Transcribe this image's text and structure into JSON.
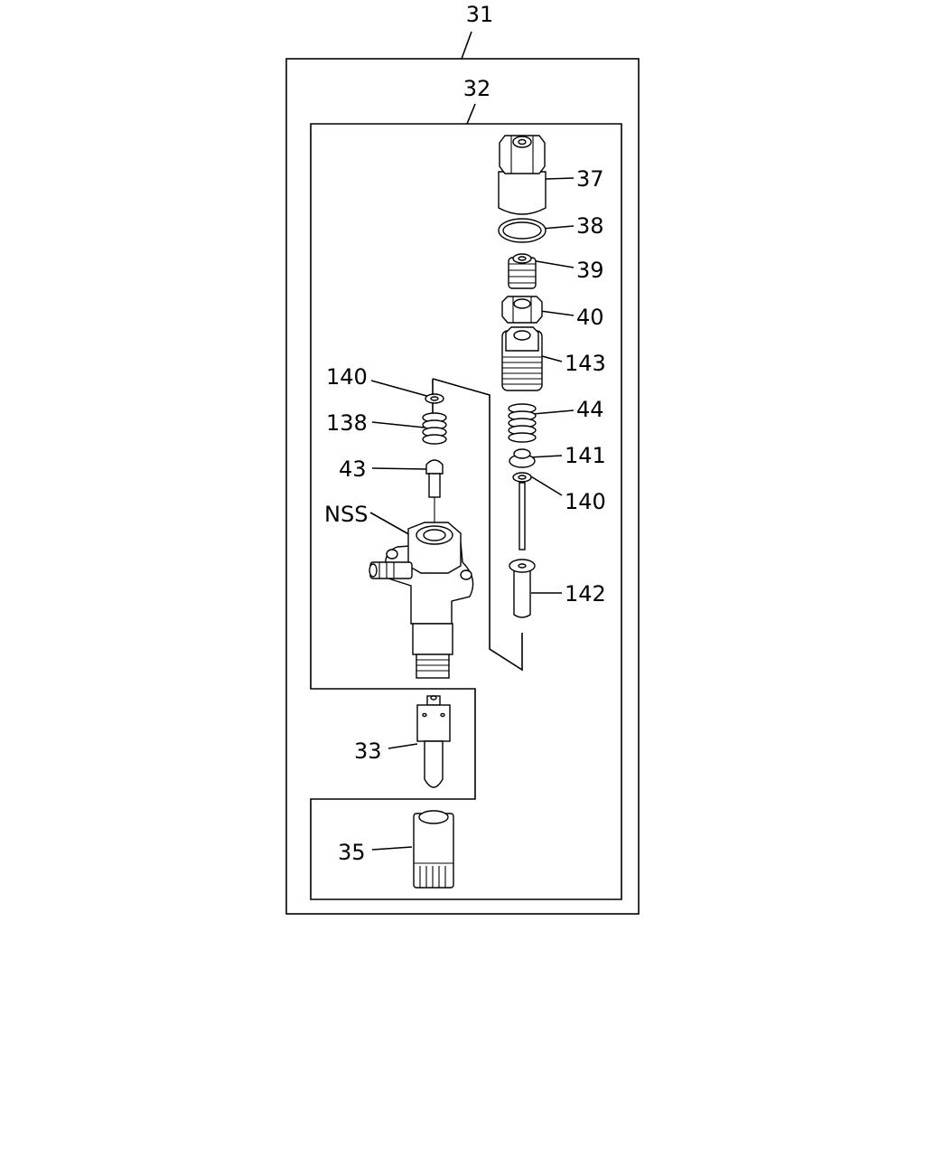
{
  "callouts": {
    "c31": "31",
    "c32": "32",
    "c37": "37",
    "c38": "38",
    "c39": "39",
    "c40": "40",
    "c143": "143",
    "c44": "44",
    "c141": "141",
    "c140_right": "140",
    "c142": "142",
    "c140_left": "140",
    "c138": "138",
    "c43": "43",
    "cNSS": "NSS",
    "c33": "33",
    "c35": "35"
  }
}
